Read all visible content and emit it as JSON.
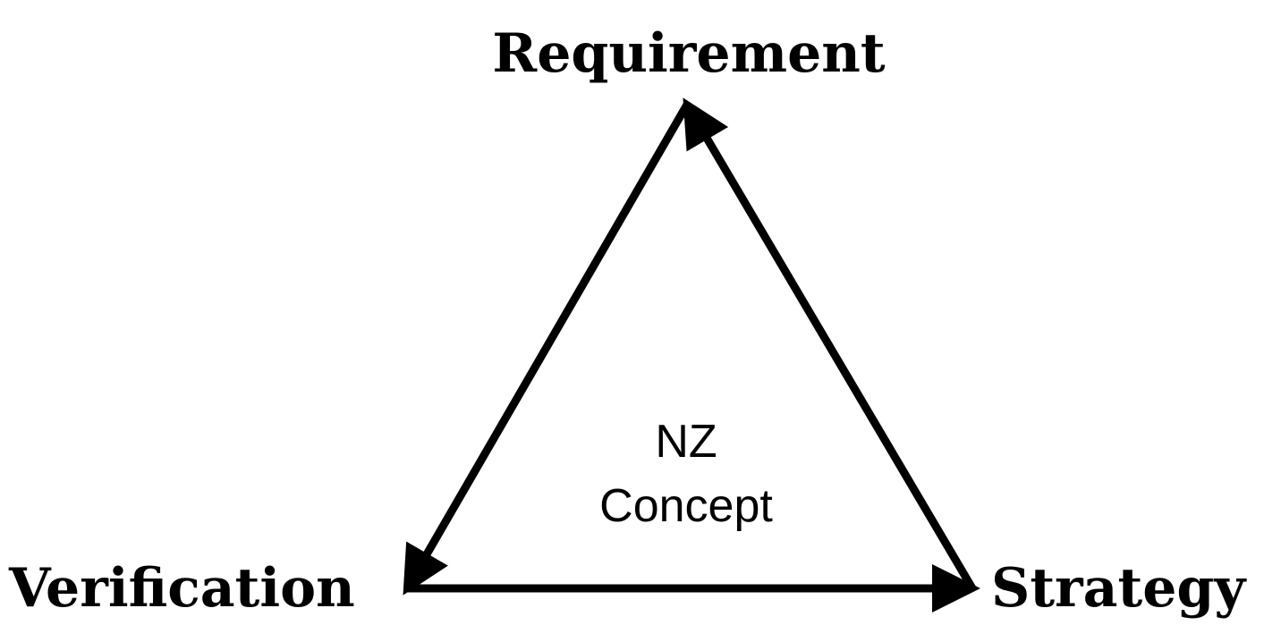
{
  "nodes": {
    "top": "Requirement",
    "left": "Verification",
    "right": "Strategy"
  },
  "center": {
    "line1": "NZ",
    "line2": "Concept"
  },
  "edges": [
    {
      "from": "top",
      "to": "left",
      "arrowhead": "at-target"
    },
    {
      "from": "left",
      "to": "right",
      "arrowhead": "at-target"
    },
    {
      "from": "right",
      "to": "top",
      "arrowhead": "at-target"
    }
  ],
  "colors": {
    "stroke": "#000000",
    "background": "#ffffff"
  }
}
